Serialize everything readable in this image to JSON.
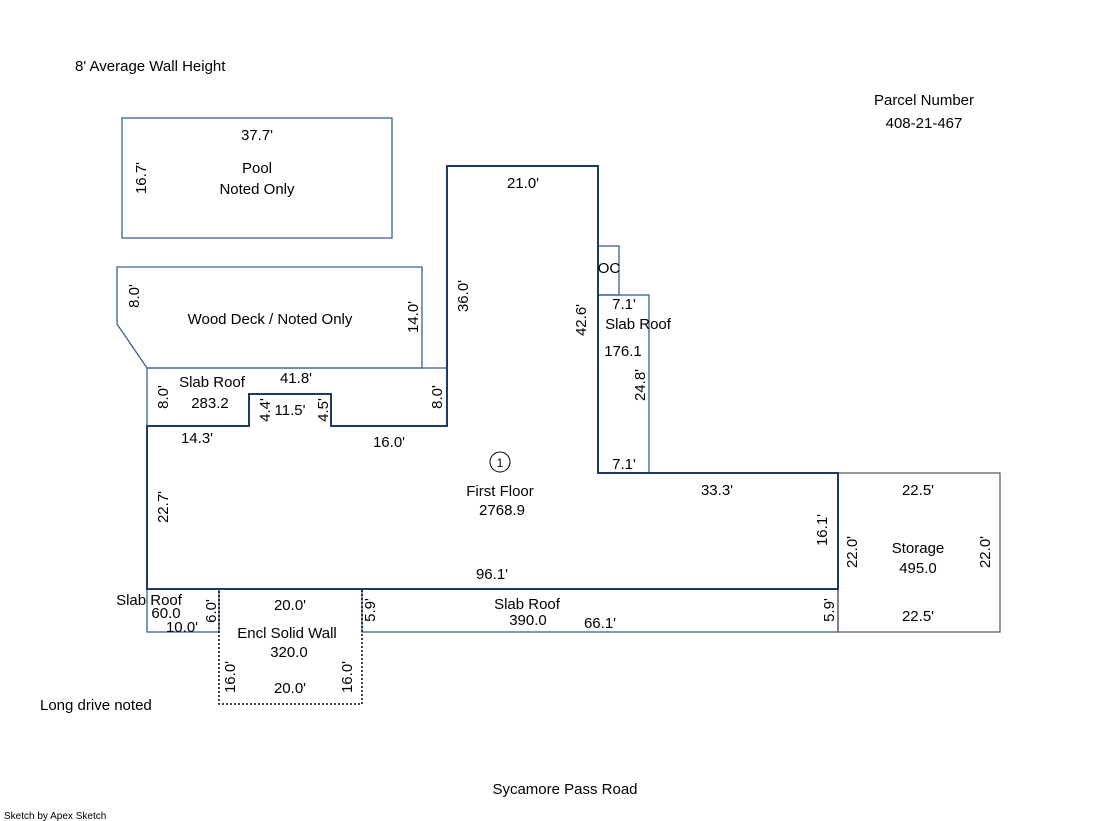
{
  "notes": {
    "wall_height": "8' Average Wall Height",
    "parcel_label": "Parcel Number",
    "parcel_number": "408-21-467",
    "drive_note": "Long drive noted",
    "road": "Sycamore Pass Road",
    "credit": "Sketch by Apex Sketch"
  },
  "pool": {
    "name": "Pool",
    "note": "Noted Only",
    "dim_top": "37.7'",
    "dim_left": "16.7'"
  },
  "deck": {
    "name": "Wood Deck / Noted Only",
    "dim_left": "8.0'",
    "dim_right": "14.0'"
  },
  "slab_roof_main": {
    "name": "Slab Roof",
    "area": "283.2",
    "dim_top": "41.8'",
    "dim_left": "8.0'",
    "dim_right": "8.0'",
    "dim_notch_left": "4.4'",
    "dim_notch_width": "11.5'",
    "dim_notch_right": "4.5'"
  },
  "first_floor": {
    "marker": "1",
    "name": "First Floor",
    "area": "2768.9",
    "dim_top": "21.0'",
    "dim_upper_left": "36.0'",
    "dim_upper_right": "42.6'",
    "dim_step_left": "14.3'",
    "dim_step_right": "16.0'",
    "dim_left": "22.7'",
    "dim_bottom": "96.1'",
    "dim_east_top": "33.3'",
    "dim_east_right": "16.1'"
  },
  "oc": {
    "label": "OC"
  },
  "slab_roof_east": {
    "name": "Slab Roof",
    "area": "176.1",
    "dim_top": "7.1'",
    "dim_side": "24.8'",
    "dim_bottom": "7.1'"
  },
  "storage": {
    "name": "Storage",
    "area": "495.0",
    "dim_top": "22.5'",
    "dim_bottom": "22.5'",
    "dim_left": "22.0'",
    "dim_right": "22.0'"
  },
  "slab_roof_sw": {
    "name": "Slab Roof",
    "area": "60.0",
    "dim_bottom": "10.0'",
    "dim_right": "6.0'"
  },
  "encl_wall": {
    "name": "Encl Solid Wall",
    "area": "320.0",
    "dim_top": "20.0'",
    "dim_bottom": "20.0'",
    "dim_left": "16.0'",
    "dim_right": "16.0'"
  },
  "slab_roof_south": {
    "name": "Slab Roof",
    "area": "390.0",
    "dim_left": "5.9'",
    "dim_right": "5.9'",
    "dim_bottom": "66.1'"
  }
}
